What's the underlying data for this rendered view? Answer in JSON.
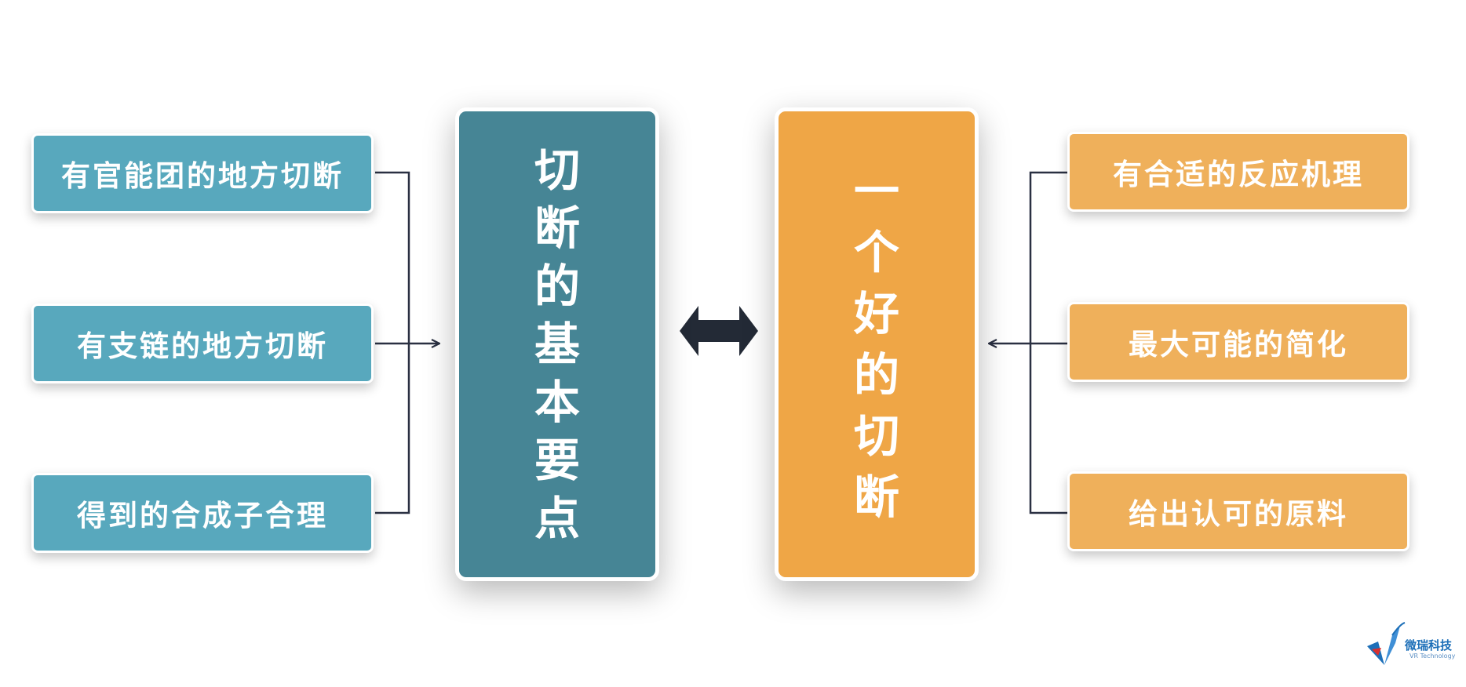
{
  "colors": {
    "teal": "#58a8bd",
    "teal_dark": "#468595",
    "orange": "#efb05b",
    "orange_dark": "#efa646",
    "connector": "#2a3042",
    "double_arrow": "#232a36"
  },
  "left": {
    "items": [
      "有官能团的地方切断",
      "有支链的地方切断",
      "得到的合成子合理"
    ],
    "title_chars": [
      "切",
      "断",
      "的",
      "基",
      "本",
      "要",
      "点"
    ]
  },
  "right": {
    "items": [
      "有合适的反应机理",
      "最大可能的简化",
      "给出认可的原料"
    ],
    "title_chars": [
      "一",
      "个",
      "好",
      "的",
      "切",
      "断"
    ]
  },
  "logo": {
    "name": "微瑞科技",
    "sub": "VR Technology"
  }
}
